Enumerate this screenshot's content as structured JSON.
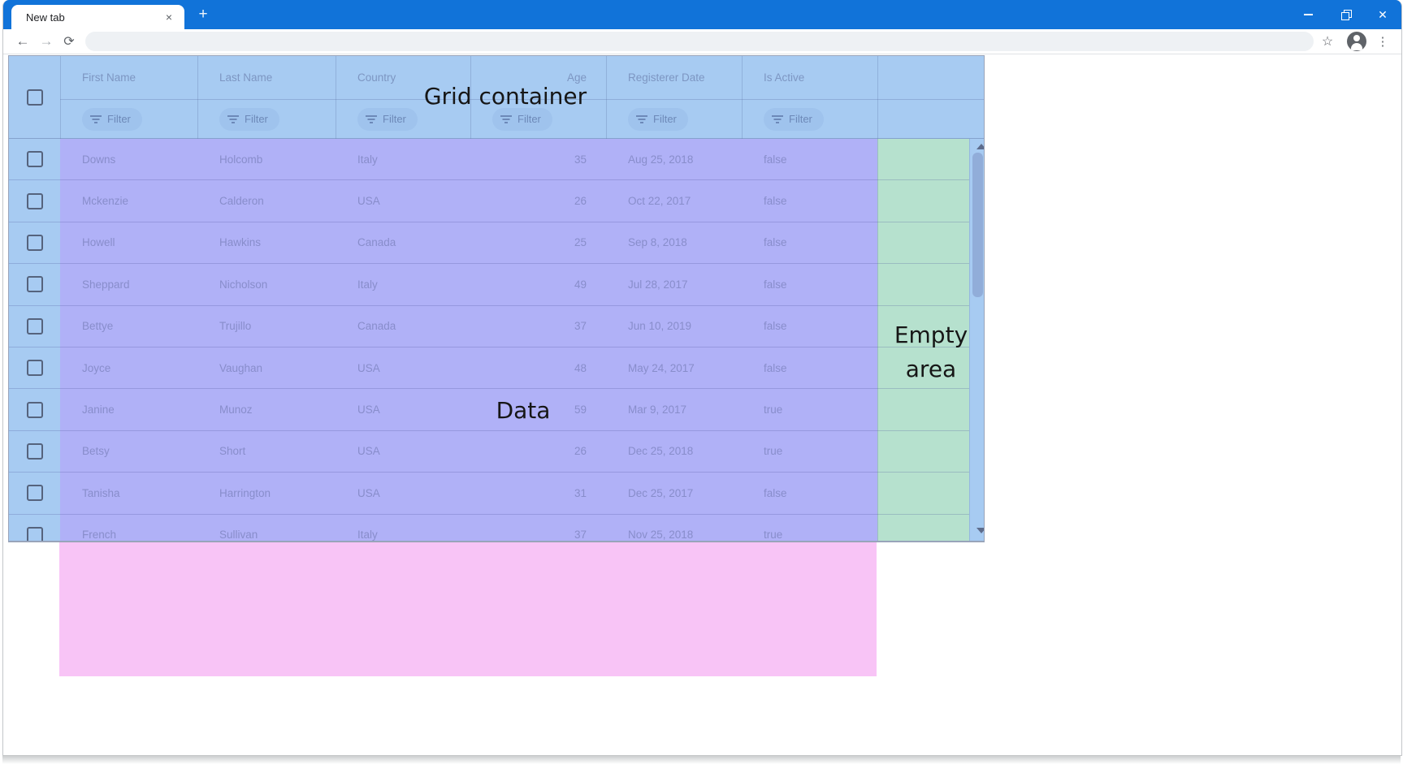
{
  "browser": {
    "tab_title": "New tab",
    "tab_close_glyph": "×",
    "new_tab_glyph": "+",
    "controls": {
      "close_glyph": "✕"
    },
    "toolbar": {
      "back_glyph": "←",
      "forward_glyph": "→",
      "reload_glyph": "⟳",
      "address_value": "",
      "star_glyph": "☆",
      "menu_glyph": "⋮"
    }
  },
  "annotations": {
    "grid_container_label": "Grid container",
    "data_label": "Data",
    "empty_area_label_line1": "Empty",
    "empty_area_label_line2": "area",
    "colors": {
      "container_blue": "#a7cbf2",
      "data_purple": "#b0b1f7",
      "empty_green": "#b6e1ce",
      "overflow_pink": "#f8c4f6",
      "titlebar_blue": "#1173d9"
    }
  },
  "grid": {
    "filter_button_label": "Filter",
    "columns": [
      {
        "label": "First Name",
        "field": "first_name",
        "width": 169,
        "align": "left"
      },
      {
        "label": "Last Name",
        "field": "last_name",
        "width": 170,
        "align": "left"
      },
      {
        "label": "Country",
        "field": "country",
        "width": 166,
        "align": "left"
      },
      {
        "label": "Age",
        "field": "age",
        "width": 167,
        "align": "right"
      },
      {
        "label": "Registerer Date",
        "field": "registerer_date",
        "width": 167,
        "align": "left"
      },
      {
        "label": "Is Active",
        "field": "is_active",
        "width": 167,
        "align": "left"
      }
    ],
    "rows": [
      {
        "first_name": "Downs",
        "last_name": "Holcomb",
        "country": "Italy",
        "age": "35",
        "registerer_date": "Aug 25, 2018",
        "is_active": "false"
      },
      {
        "first_name": "Mckenzie",
        "last_name": "Calderon",
        "country": "USA",
        "age": "26",
        "registerer_date": "Oct 22, 2017",
        "is_active": "false"
      },
      {
        "first_name": "Howell",
        "last_name": "Hawkins",
        "country": "Canada",
        "age": "25",
        "registerer_date": "Sep 8, 2018",
        "is_active": "false"
      },
      {
        "first_name": "Sheppard",
        "last_name": "Nicholson",
        "country": "Italy",
        "age": "49",
        "registerer_date": "Jul 28, 2017",
        "is_active": "false"
      },
      {
        "first_name": "Bettye",
        "last_name": "Trujillo",
        "country": "Canada",
        "age": "37",
        "registerer_date": "Jun 10, 2019",
        "is_active": "false"
      },
      {
        "first_name": "Joyce",
        "last_name": "Vaughan",
        "country": "USA",
        "age": "48",
        "registerer_date": "May 24, 2017",
        "is_active": "false"
      },
      {
        "first_name": "Janine",
        "last_name": "Munoz",
        "country": "USA",
        "age": "59",
        "registerer_date": "Mar 9, 2017",
        "is_active": "true"
      },
      {
        "first_name": "Betsy",
        "last_name": "Short",
        "country": "USA",
        "age": "26",
        "registerer_date": "Dec 25, 2018",
        "is_active": "true"
      },
      {
        "first_name": "Tanisha",
        "last_name": "Harrington",
        "country": "USA",
        "age": "31",
        "registerer_date": "Dec 25, 2017",
        "is_active": "false"
      },
      {
        "first_name": "French",
        "last_name": "Sullivan",
        "country": "Italy",
        "age": "37",
        "registerer_date": "Nov 25, 2018",
        "is_active": "true"
      }
    ]
  }
}
